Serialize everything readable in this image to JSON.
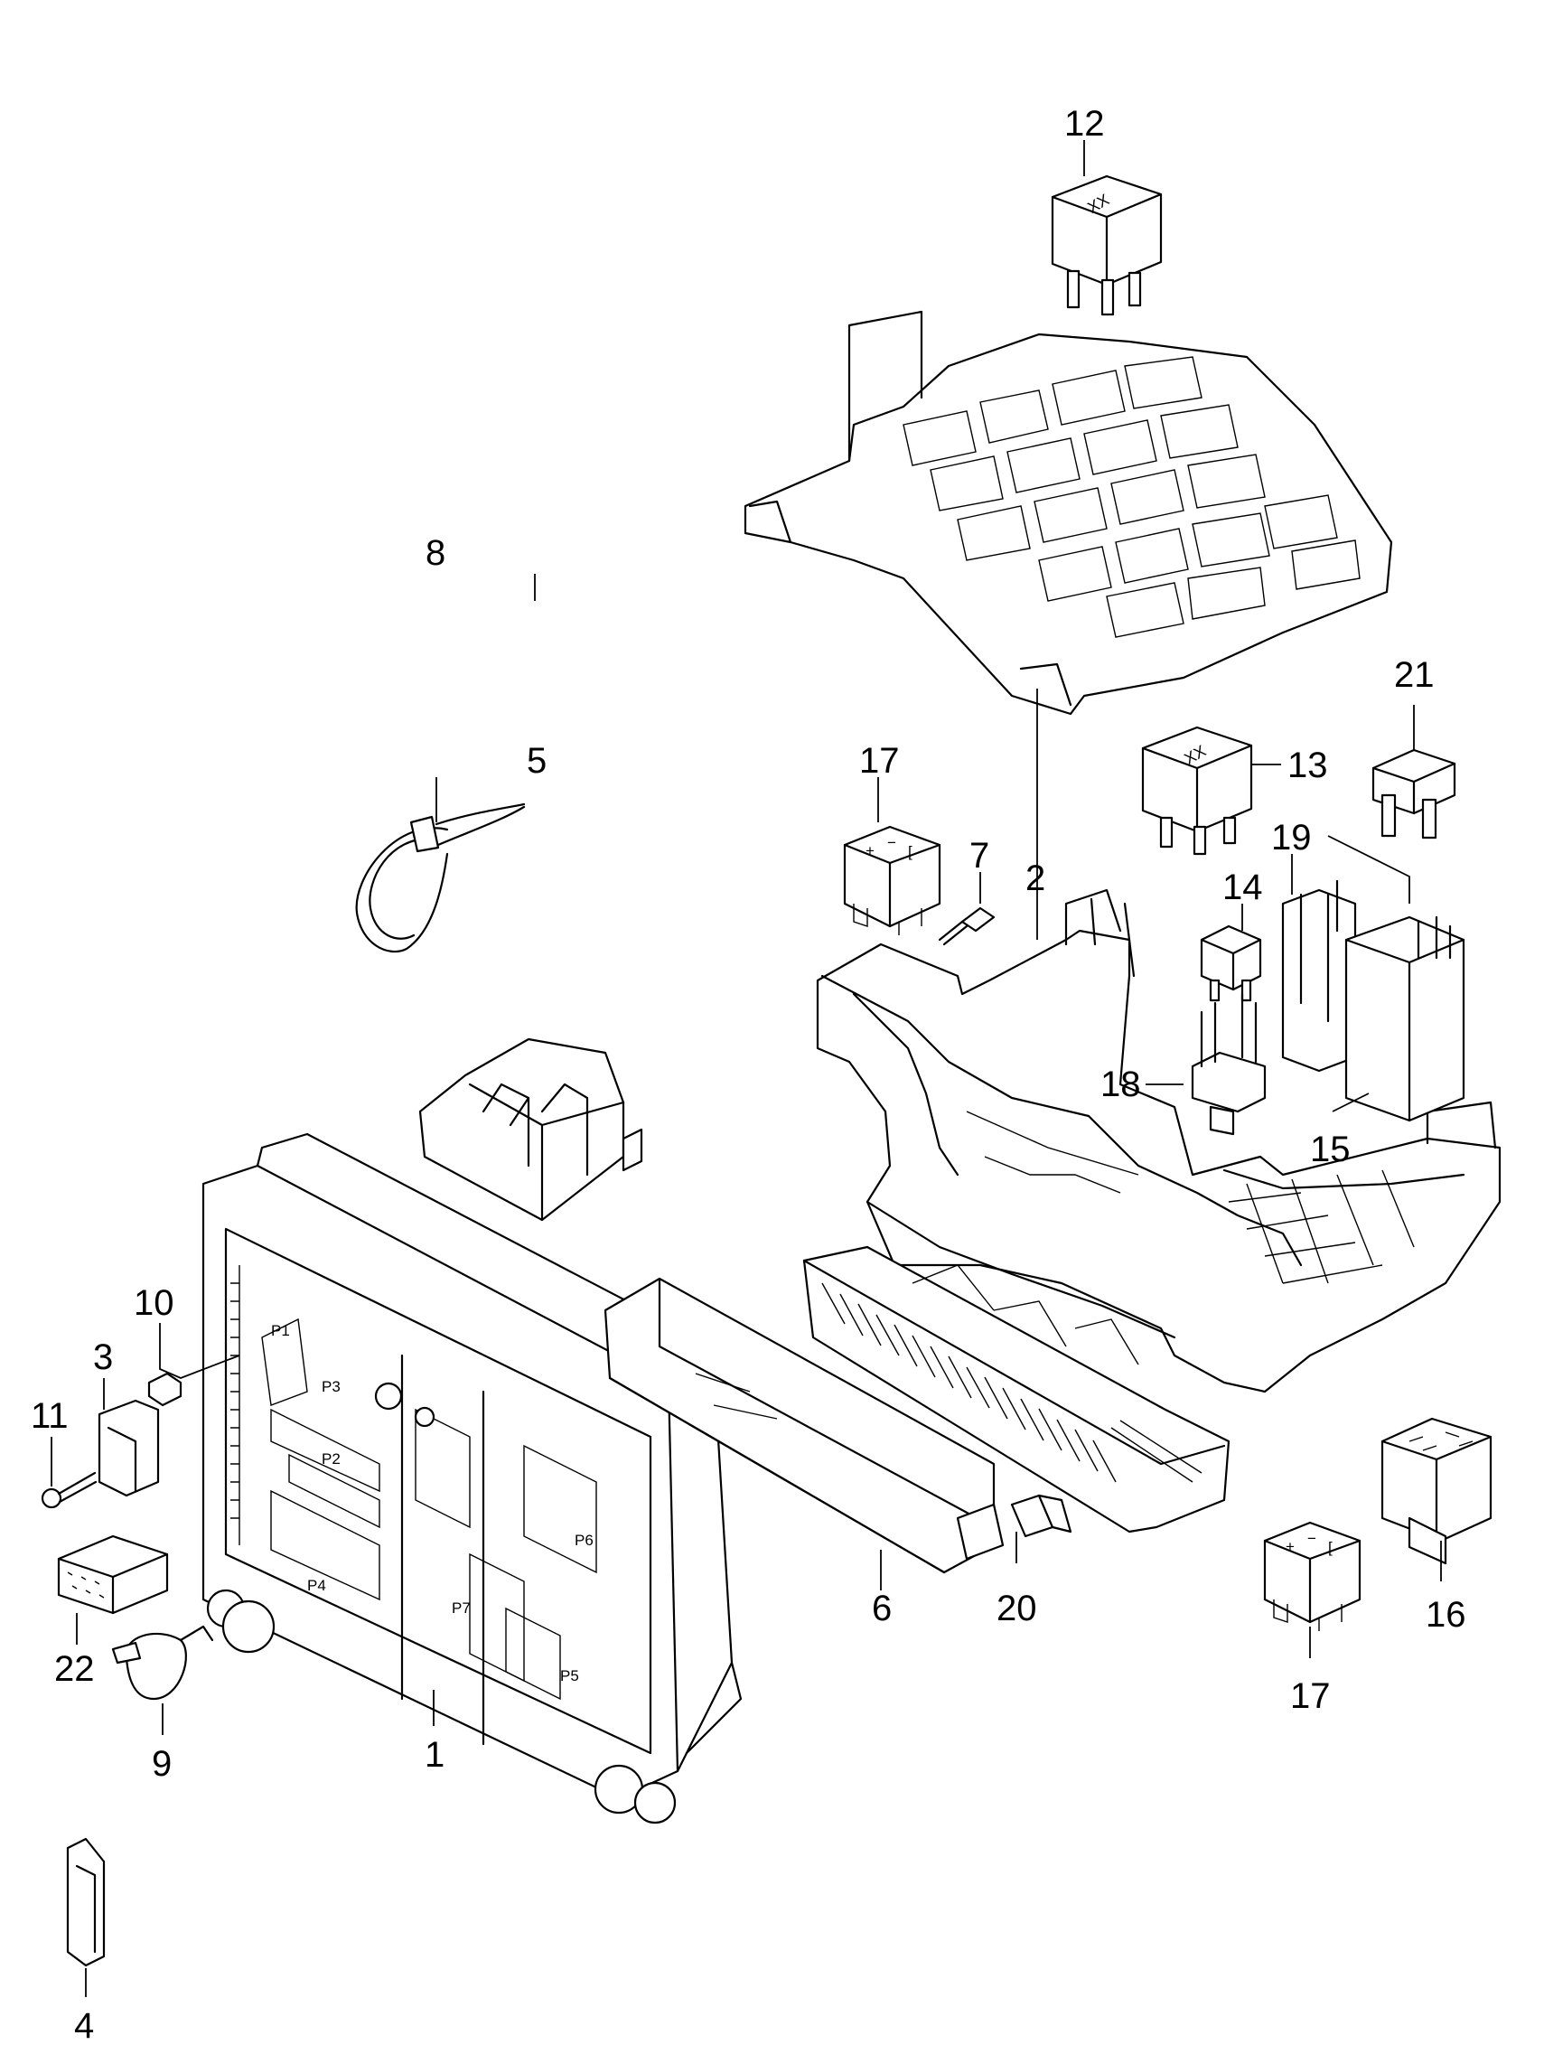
{
  "callouts": [
    "1",
    "2",
    "3",
    "4",
    "5",
    "6",
    "7",
    "8",
    "9",
    "10",
    "11",
    "12",
    "13",
    "14",
    "15",
    "16",
    "17",
    "17",
    "18",
    "19",
    "20",
    "21",
    "22"
  ],
  "housing_markings": [
    "P1",
    "P2",
    "P3",
    "P4",
    "P5",
    "P6",
    "P7"
  ],
  "relay_marking": "XX",
  "contact_signs": {
    "plus": "+",
    "minus": "−",
    "bracket": "["
  }
}
